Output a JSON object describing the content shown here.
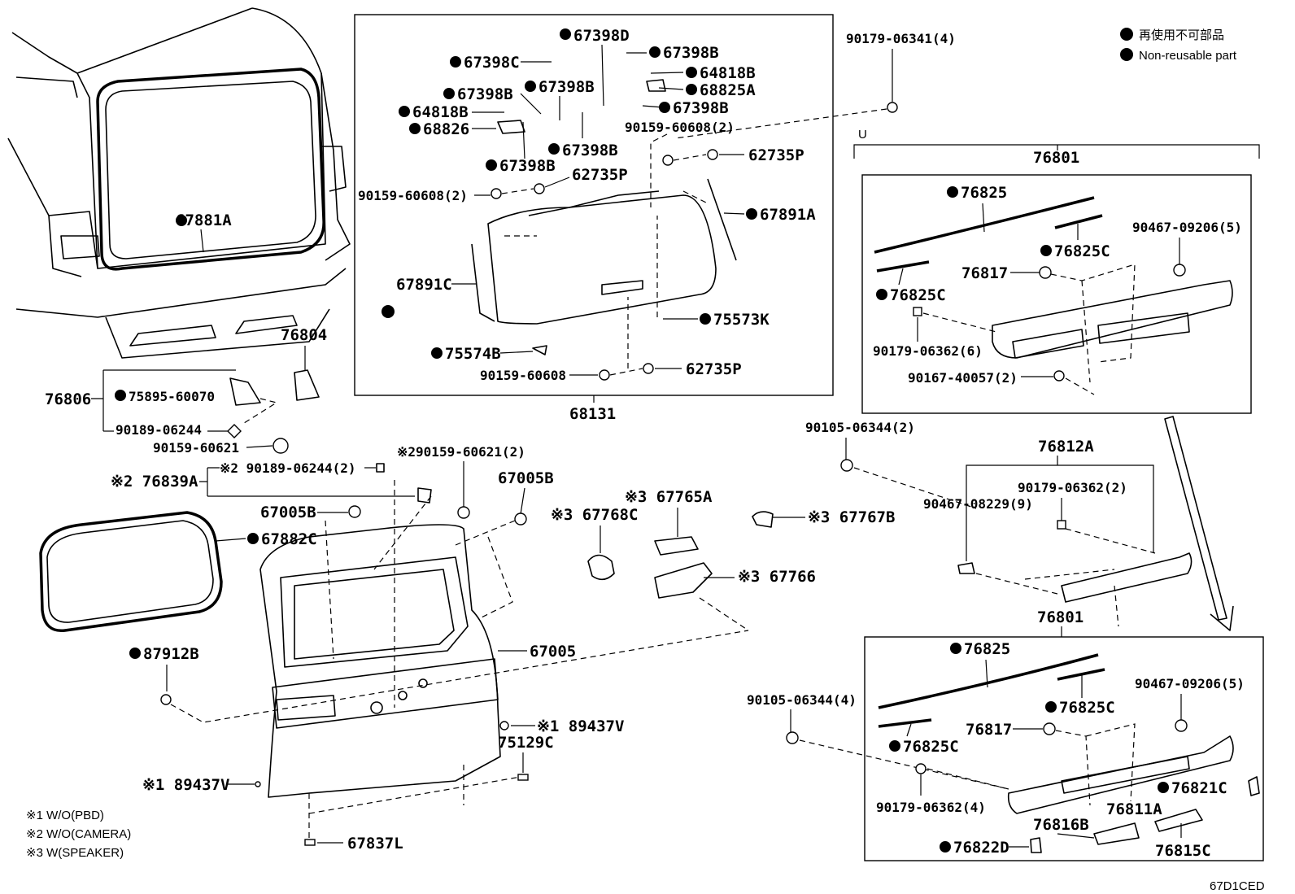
{
  "legend": {
    "jp": "再使用不可部品",
    "en": "Non-reusable part"
  },
  "notes": {
    "n1": "※1 W/O(PBD)",
    "n2": "※2 W/O(CAMERA)",
    "n3": "※3 W(SPEAKER)"
  },
  "image_code": "67D1CED",
  "box_68131": "68131",
  "box_76801_top": "76801",
  "box_76801_bottom": "76801",
  "box_76812A": "76812A",
  "box_u": "U",
  "labels": {
    "l67398D": "67398D",
    "l67398C": "67398C",
    "l67398B_1": "67398B",
    "l67398B_2": "67398B",
    "l67398B_3": "67398B",
    "l67398B_4": "67398B",
    "l67398B_5": "67398B",
    "l67398B_6": "67398B",
    "l64818B_1": "64818B",
    "l64818B_2": "64818B",
    "l68825A": "68825A",
    "l68826": "68826",
    "l90159_60608_2a": "90159-60608(2)",
    "l90159_60608_2b": "90159-60608(2)",
    "l90159_60608": "90159-60608",
    "l62735P_1": "62735P",
    "l62735P_2": "62735P",
    "l62735P_3": "62735P",
    "l67891A": "67891A",
    "l67891C": "67891C",
    "l75573K": "75573K",
    "l75574B": "75574B",
    "l90179_06341": "90179-06341(4)",
    "l67881A": "67881A",
    "l76804": "76804",
    "l76806": "76806",
    "l75895_60070": "75895-60070",
    "l90189_06244": "90189-06244",
    "l90159_60621": "90159-60621",
    "l76839A": "※2 76839A",
    "l90189_06244_2": "※2 90189-06244(2)",
    "l90159_60621_2": "※290159-60621(2)",
    "l67005B_1": "67005B",
    "l67005B_2": "67005B",
    "l67882C": "67882C",
    "l67768C": "※3 67768C",
    "l67765A": "※3 67765A",
    "l67767B": "※3 67767B",
    "l67766": "※3 67766",
    "l87912B": "87912B",
    "l67005": "67005",
    "l89437V_1": "※1 89437V",
    "l75129C": "75129C",
    "l89437V_2": "※1 89437V",
    "l67837L": "67837L",
    "l76825_1": "76825",
    "l76825C_1": "76825C",
    "l76825C_2": "76825C",
    "l90467_09206_1": "90467-09206(5)",
    "l76817_1": "76817",
    "l90179_06362_6": "90179-06362(6)",
    "l90167_40057": "90167-40057(2)",
    "l90105_06344_2": "90105-06344(2)",
    "l90179_06362_2": "90179-06362(2)",
    "l90467_08229": "90467-08229(9)",
    "l76825_2": "76825",
    "l76825C_3": "76825C",
    "l76825C_4": "76825C",
    "l90467_09206_2": "90467-09206(5)",
    "l90105_06344_4": "90105-06344(4)",
    "l76817_2": "76817",
    "l90179_06362_4": "90179-06362(4)",
    "l76821C": "76821C",
    "l76811A": "76811A",
    "l76816B": "76816B",
    "l76822D": "76822D",
    "l76815C": "76815C"
  }
}
